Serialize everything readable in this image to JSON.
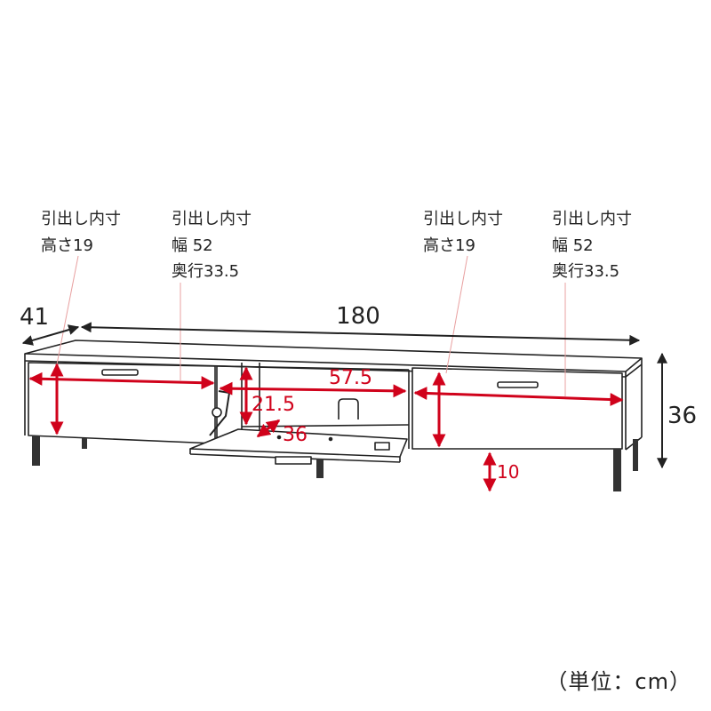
{
  "labels": {
    "left_drawer_height": {
      "title": "引出し内寸",
      "line1": "高さ19"
    },
    "left_drawer_size": {
      "title": "引出し内寸",
      "line1": "幅 52",
      "line2": "奥行33.5"
    },
    "right_drawer_height": {
      "title": "引出し内寸",
      "line1": "高さ19"
    },
    "right_drawer_size": {
      "title": "引出し内寸",
      "line1": "幅 52",
      "line2": "奥行33.5"
    }
  },
  "dimensions": {
    "width": "180",
    "depth": "41",
    "height": "36",
    "leg_height": "10",
    "open_width": "57.5",
    "open_height": "21.5",
    "open_depth": "36"
  },
  "unit_note": "（単位：cm）",
  "colors": {
    "line": "#222222",
    "dimension_red": "#d0021b",
    "leader": "#e8a0a0"
  }
}
